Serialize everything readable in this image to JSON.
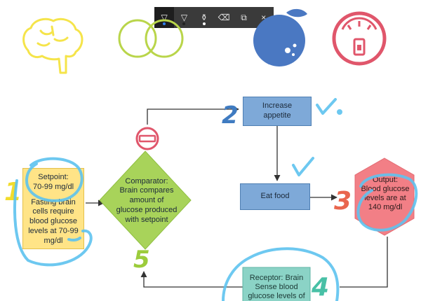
{
  "toolbar": {
    "tools": [
      {
        "name": "ballpoint-pen-tool",
        "glyph": "▽",
        "active": true,
        "dot": "#2f80ed"
      },
      {
        "name": "pencil-tool",
        "glyph": "▽",
        "active": false,
        "dot": "#222222"
      },
      {
        "name": "highlighter-tool",
        "glyph": "⚱",
        "active": false,
        "dot": "#ffffff"
      },
      {
        "name": "eraser-tool",
        "glyph": "⌫",
        "active": false,
        "dot": null
      },
      {
        "name": "ruler-tool",
        "glyph": "⧉",
        "active": false,
        "dot": null
      },
      {
        "name": "close-tool",
        "glyph": "×",
        "active": false,
        "dot": null
      }
    ]
  },
  "icons": [
    {
      "name": "brain-icon",
      "color": "#f5e44a"
    },
    {
      "name": "overlapping-rings-icon",
      "color": "#b9d54a"
    },
    {
      "name": "fruit-icon",
      "color": "#4a78c2"
    },
    {
      "name": "gauge-meter-icon",
      "color": "#e0566b"
    }
  ],
  "diagram": {
    "step_numbers": [
      "1",
      "2",
      "3",
      "4",
      "5"
    ],
    "setpoint": {
      "title": "Setpoint:",
      "range": "70-99 mg/dl",
      "line1": "Fasting brain",
      "line2": "cells require",
      "line3": "blood glucose",
      "line4": "levels at 70-99",
      "line5": "mg/dl"
    },
    "comparator": {
      "line1": "Comparator:",
      "line2": "Brain compares",
      "line3": "amount of",
      "line4": "glucose produced",
      "line5": "with setpoint"
    },
    "increase_appetite": {
      "line1": "Increase",
      "line2": "appetite"
    },
    "eat_food": "Eat food",
    "output": {
      "line1": "Output:",
      "line2": "Blood glucose",
      "line3": "levels are at",
      "line4": "140 mg/dl"
    },
    "receptor": {
      "line1": "Receptor: Brain",
      "line2": "Sense blood",
      "line3": "glucose levels of"
    },
    "minus_symbol": "−"
  },
  "colors": {
    "yellow": "#ffe487",
    "yellow_number": "#f2dc2c",
    "blue_box": "#7ea9d8",
    "blue_number": "#3f7bc1",
    "green_diamond": "#a8d35a",
    "green_number": "#9ccc3c",
    "red_hex": "#f27f86",
    "red_number": "#e9664e",
    "teal_box": "#8bd3c6",
    "teal_number": "#48c0a6",
    "ink_blue": "#5ec3ef"
  }
}
